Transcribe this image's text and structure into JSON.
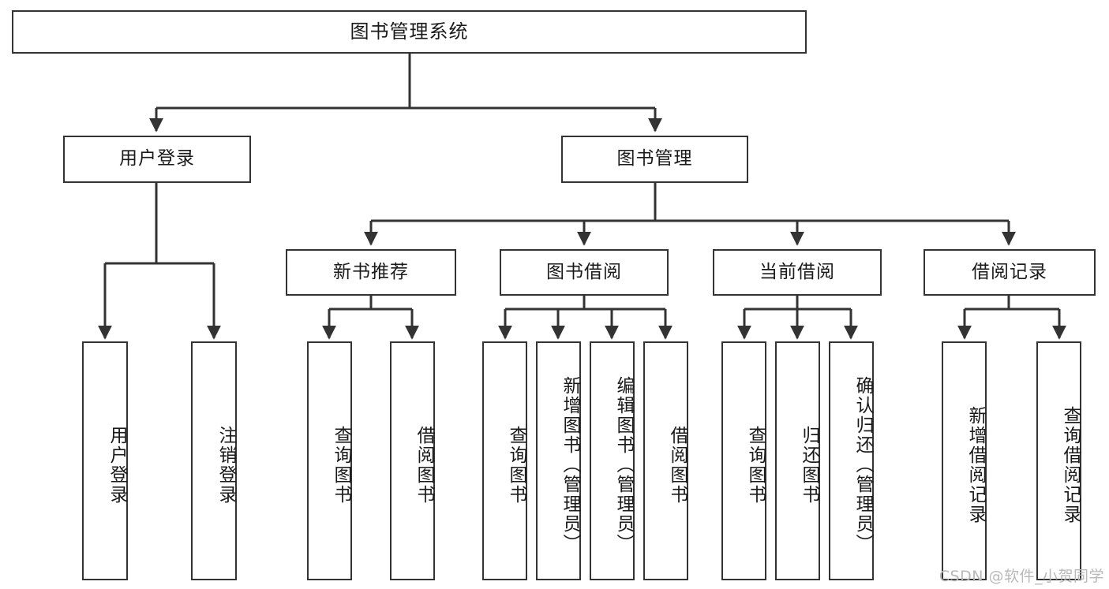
{
  "diagram": {
    "title": "图书管理系统",
    "type": "tree-hierarchy-diagram",
    "watermark": "CSDN @软件_小贺同学",
    "colors": {
      "background": "#ffffff",
      "box_border": "#333333",
      "box_fill": "#ffffff",
      "text": "#1a1a1a",
      "edge": "#333333",
      "watermark": "#b9b9b9"
    },
    "nodes": {
      "root": {
        "label": "图书管理系统"
      },
      "level2": [
        {
          "id": "user-login",
          "label": "用户登录"
        },
        {
          "id": "book-management",
          "label": "图书管理"
        }
      ],
      "level3": [
        {
          "id": "new-book-recommend",
          "label": "新书推荐"
        },
        {
          "id": "book-borrow",
          "label": "图书借阅"
        },
        {
          "id": "current-borrow",
          "label": "当前借阅"
        },
        {
          "id": "borrow-record",
          "label": "借阅记录"
        }
      ],
      "leaves": {
        "user_login": [
          {
            "id": "leaf-user-login",
            "label": "用户登录"
          },
          {
            "id": "leaf-logout-login",
            "label": "注销登录"
          }
        ],
        "new_book_recommend": [
          {
            "id": "leaf-query-book-1",
            "label": "查询图书"
          },
          {
            "id": "leaf-borrow-book-1",
            "label": "借阅图书"
          }
        ],
        "book_borrow": [
          {
            "id": "leaf-query-book-2",
            "label": "查询图书"
          },
          {
            "id": "leaf-add-book",
            "label": "新增图书（管理员）"
          },
          {
            "id": "leaf-edit-book",
            "label": "编辑图书（管理员）"
          },
          {
            "id": "leaf-borrow-book-2",
            "label": "借阅图书"
          }
        ],
        "current_borrow": [
          {
            "id": "leaf-query-book-3",
            "label": "查询图书"
          },
          {
            "id": "leaf-return-book",
            "label": "归还图书"
          },
          {
            "id": "leaf-confirm-return",
            "label": "确认归还（管理员）"
          }
        ],
        "borrow_record": [
          {
            "id": "leaf-add-record",
            "label": "新增借阅记录"
          },
          {
            "id": "leaf-query-record",
            "label": "查询借阅记录"
          }
        ]
      }
    }
  }
}
